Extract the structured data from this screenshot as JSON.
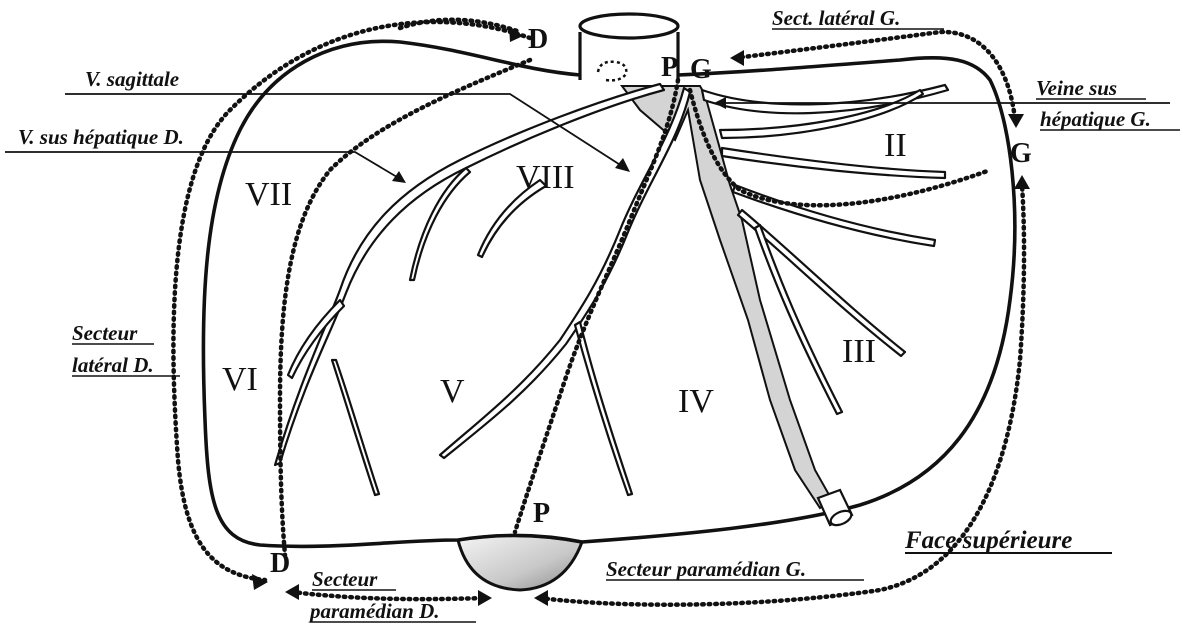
{
  "diagram": {
    "segments": [
      "II",
      "III",
      "IV",
      "V",
      "VI",
      "VII",
      "VIII"
    ],
    "markers": {
      "d_top": "D",
      "d_bottom": "D",
      "p_top": "P",
      "p_bottom": "P",
      "g_top": "G",
      "g_right": "G"
    },
    "labels": {
      "v_sagittale": "V. sagittale",
      "v_sus_hepatique_d": "V. sus  hépatique D.",
      "sect_lateral_g": "Sect. latéral G.",
      "veine_sus_line1": "Veine sus",
      "veine_sus_line2": "hépatique G.",
      "secteur_lateral_d_line1": "Secteur",
      "secteur_lateral_d_line2": "latéral  D.",
      "secteur_paramedian_d_line1": "Secteur",
      "secteur_paramedian_d_line2": "paramédian D.",
      "secteur_paramedian_g": "Secteur paramédian G.",
      "face_superieure": "Face supérieure"
    },
    "colors": {
      "ink": "#111111",
      "shaded_region": "#d4d4d4",
      "gallbladder_gradient_dark": "#8a8a8a"
    }
  }
}
